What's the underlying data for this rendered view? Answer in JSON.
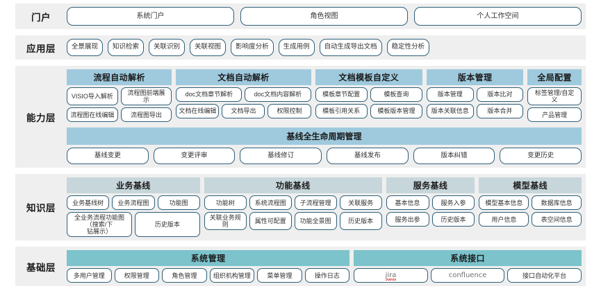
{
  "colors": {
    "band_bg": "#efefef",
    "btn_border": "#2e5f78",
    "capability_header": "#9fcade",
    "knowledge_header": "#c7d6da",
    "foundation_header": "#7cc3cc"
  },
  "layers": [
    {
      "label": "门户",
      "type": "portal",
      "buttons": [
        "系统门户",
        "角色视图",
        "个人工作空间"
      ]
    },
    {
      "label": "应用层",
      "type": "apps",
      "buttons": [
        "全景展现",
        "知识检索",
        "关联识别",
        "关联视图",
        "影响度分析",
        "生成用例",
        "自动生成导出文档",
        "稳定性分析"
      ]
    },
    {
      "label": "能力层",
      "type": "capability",
      "groups": [
        {
          "title": "流程自动解析",
          "flex": 152,
          "rows": [
            [
              "VISIO导入解析",
              "流程图前端展\n示"
            ],
            [
              "流程图在线编辑",
              "流程图导出"
            ]
          ]
        },
        {
          "title": "文档自动解析",
          "flex": 195,
          "rows": [
            [
              "doc文档章节解析",
              "doc文档内容解析"
            ],
            [
              "文档在线编辑",
              "文档导出",
              "权限控制"
            ]
          ]
        },
        {
          "title": "文档模板自定义",
          "flex": 155,
          "rows": [
            [
              "模板章节配置",
              "模板查询"
            ],
            [
              "模板引用关系",
              "模板版本管理"
            ]
          ]
        },
        {
          "title": "版本管理",
          "flex": 140,
          "rows": [
            [
              "版本管理",
              "版本比对"
            ],
            [
              "版本关联信息",
              "版本合并"
            ]
          ]
        },
        {
          "title": "全局配置",
          "flex": 78,
          "rows": [
            [
              "标签管理/自定\n义"
            ],
            [
              "产品管理"
            ]
          ]
        }
      ],
      "wide_block": {
        "title": "基线全生命周期管理",
        "buttons": [
          "基线变更",
          "变更评审",
          "基线修订",
          "基线发布",
          "版本纠错",
          "变更历史"
        ]
      }
    },
    {
      "label": "知识层",
      "type": "knowledge",
      "groups": [
        {
          "title": "业务基线",
          "flex": 195,
          "rows": [
            [
              "业务基线树",
              "业务流程图",
              "功能图"
            ],
            [
              "全业务流程功能图（搜索/下\n钻展示）",
              "历史版本"
            ]
          ]
        },
        {
          "title": "功能基线",
          "flex": 260,
          "rows": [
            [
              "功能树",
              "系统流程图",
              "子流程管理",
              "关联服务"
            ],
            [
              "关联业务规则",
              "属性可配置",
              "功能全景图",
              "历史版本"
            ]
          ]
        },
        {
          "title": "服务基线",
          "flex": 130,
          "rows": [
            [
              "基本信息",
              "服务入参"
            ],
            [
              "服务出参",
              "历史版本"
            ]
          ]
        },
        {
          "title": "模型基线",
          "flex": 150,
          "rows": [
            [
              "模型基本信息",
              "数据库信息"
            ],
            [
              "用户信息",
              "表空间信息"
            ]
          ]
        }
      ]
    },
    {
      "label": "基础层",
      "type": "foundation",
      "groups": [
        {
          "title": "系统管理",
          "flex": 385,
          "rows": [
            [
              "多用户管理",
              "权限管理",
              "角色管理",
              "组织机构管理",
              "菜单管理",
              "操作日志"
            ]
          ]
        },
        {
          "title": "系统接口",
          "flex": 310,
          "rows": [
            [
              "jira",
              "confluence",
              "接口自动化平台"
            ]
          ]
        }
      ]
    }
  ]
}
